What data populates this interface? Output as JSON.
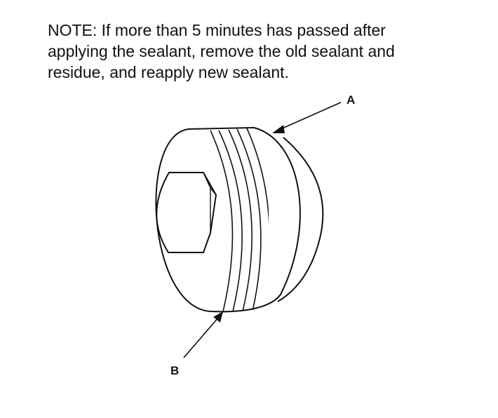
{
  "note": {
    "lines": [
      "NOTE: If more than 5 minutes has passed after",
      "applying the sealant, remove the old sealant and",
      "residue, and reapply new sealant."
    ]
  },
  "callouts": {
    "a": "A",
    "b": "B"
  },
  "colors": {
    "ink": "#111111",
    "background": "#ffffff"
  },
  "icons": {
    "plug": "threaded-plug-icon",
    "hex": "hex-socket-icon"
  }
}
